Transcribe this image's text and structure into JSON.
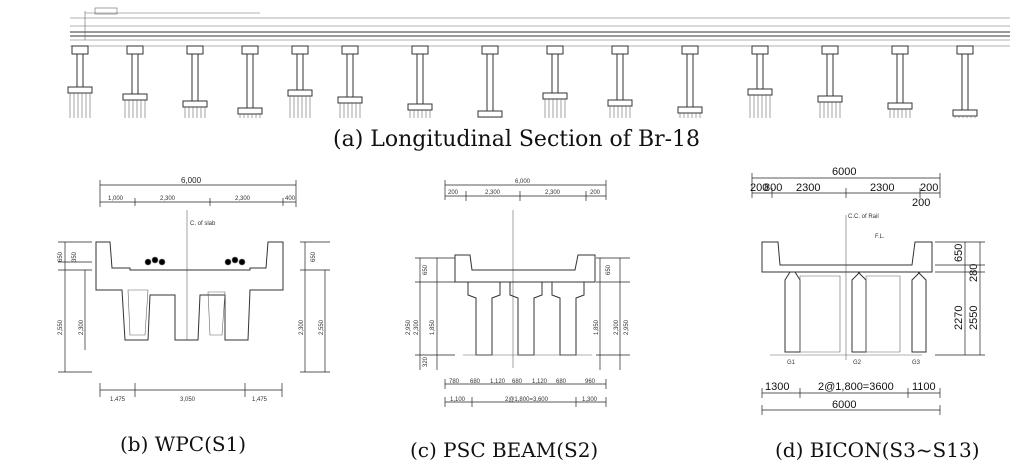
{
  "captions": {
    "a": "(a) Longitudinal Section of Br-18",
    "b": "(b) WPC(S1)",
    "c": "(c) PSC BEAM(S2)",
    "d": "(d) BICON(S3~S13)"
  },
  "wpc": {
    "top_total": "6,000",
    "top_parts": [
      "1,000",
      "2,300",
      "2,300",
      "400"
    ],
    "cl_label": "C. of slab",
    "left_vert": [
      "650",
      "350",
      "2,300",
      "2,550"
    ],
    "right_vert": [
      "650",
      "2,300",
      "2,550"
    ],
    "bottom": [
      "1,475",
      "3,050",
      "1,475"
    ]
  },
  "psc": {
    "top_total": "6,000",
    "top_parts": [
      "200",
      "2,300",
      "2,300",
      "200"
    ],
    "left_vert": [
      "650",
      "2,300",
      "1,850",
      "2,950",
      "320"
    ],
    "right_vert": [
      "650",
      "1,850",
      "2,300",
      "2,950"
    ],
    "bottom_parts": [
      "780",
      "680",
      "1,120",
      "680",
      "1,120",
      "680",
      "960"
    ],
    "bottom_total": [
      "1,100",
      "2@1,800=3,600",
      "1,300"
    ]
  },
  "bicon": {
    "top_total": "6000",
    "top_parts": [
      "200",
      "800",
      "2300",
      "2300",
      "200"
    ],
    "extra_200": "200",
    "cl_label": "C.C. of Rail",
    "fl_label": "F.L.",
    "right_vert": [
      "650",
      "280",
      "2270",
      "2550"
    ],
    "girders": [
      "G1",
      "G2",
      "G3"
    ],
    "bottom_parts": [
      "1300",
      "2@1,800=3600",
      "1100"
    ],
    "bottom_total": "6000"
  }
}
